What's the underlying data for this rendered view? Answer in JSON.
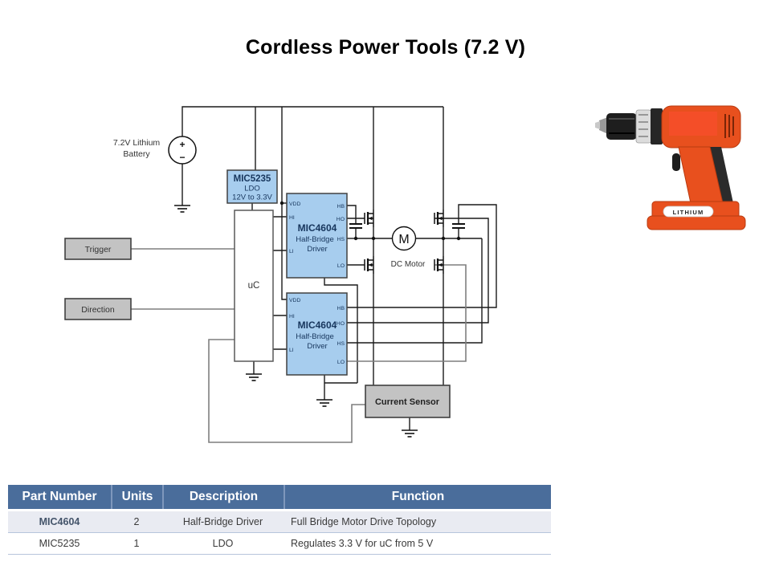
{
  "title": "Cordless Power Tools (7.2 V)",
  "diagram": {
    "battery": {
      "label_line1": "7.2V Lithium",
      "label_line2": "Battery",
      "plus": "+",
      "minus": "−"
    },
    "ldo": {
      "name": "MIC5235",
      "type": "LDO",
      "range": "12V to 3.3V"
    },
    "uc": {
      "label": "uC"
    },
    "trigger": {
      "label": "Trigger"
    },
    "direction": {
      "label": "Direction"
    },
    "current_sensor": {
      "label": "Current Sensor"
    },
    "motor": {
      "symbol": "M",
      "label": "DC Motor"
    },
    "driver1": {
      "name": "MIC4604",
      "line2": "Half-Bridge",
      "line3": "Driver",
      "pins_left": [
        "VDD",
        "HI",
        "LI"
      ],
      "pins_right": [
        "HB",
        "HO",
        "HS",
        "LO"
      ]
    },
    "driver2": {
      "name": "MIC4604",
      "line2": "Half-Bridge",
      "line3": "Driver",
      "pins_left": [
        "VDD",
        "HI",
        "LI"
      ],
      "pins_right": [
        "HB",
        "HO",
        "HS",
        "LO"
      ]
    }
  },
  "drill": {
    "battery_label": "LITHIUM"
  },
  "table": {
    "headers": [
      "Part Number",
      "Units",
      "Description",
      "Function"
    ],
    "rows": [
      {
        "part": "MIC4604",
        "units": "2",
        "description": "Half-Bridge Driver",
        "function": "Full Bridge Motor Drive Topology"
      },
      {
        "part": "MIC5235",
        "units": "1",
        "description": "LDO",
        "function": "Regulates 3.3 V  for uC from 5 V"
      }
    ]
  },
  "colors": {
    "header_blue": "#4A6D9B",
    "header_divider": "#7E97BC",
    "row_alt": "#E9EBF2",
    "row_border": "#B7C5DC",
    "accent_text": "#44546A",
    "chip_fill": "#A7CDEE",
    "chip_text": "#17365D",
    "box_gray": "#C3C3C3",
    "wire_black": "#1A1A1A",
    "wire_gray": "#7F7F7F",
    "drill_orange": "#E8501E",
    "drill_red": "#F44E28"
  }
}
